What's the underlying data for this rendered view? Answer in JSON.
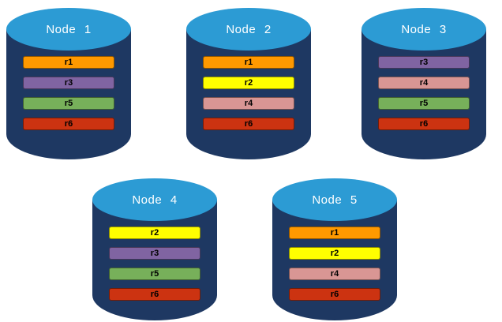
{
  "colors": {
    "background": "#FFFFFF",
    "cylinder_body": "#1E3862",
    "cylinder_top": "#2C9BD4",
    "node_label": "#FFFFFF",
    "replica_text": "#000000",
    "replica_colors": {
      "r1": "#FF9900",
      "r2": "#FFFF00",
      "r3": "#8064A2",
      "r4": "#D99694",
      "r5": "#77B05A",
      "r6": "#CC3311"
    }
  },
  "nodes": [
    {
      "label": "Node 1",
      "replicas": [
        "r1",
        "r3",
        "r5",
        "r6"
      ]
    },
    {
      "label": "Node 2",
      "replicas": [
        "r1",
        "r2",
        "r4",
        "r6"
      ]
    },
    {
      "label": "Node 3",
      "replicas": [
        "r3",
        "r4",
        "r5",
        "r6"
      ]
    },
    {
      "label": "Node 4",
      "replicas": [
        "r2",
        "r3",
        "r5",
        "r6"
      ]
    },
    {
      "label": "Node 5",
      "replicas": [
        "r1",
        "r2",
        "r4",
        "r6"
      ]
    }
  ]
}
